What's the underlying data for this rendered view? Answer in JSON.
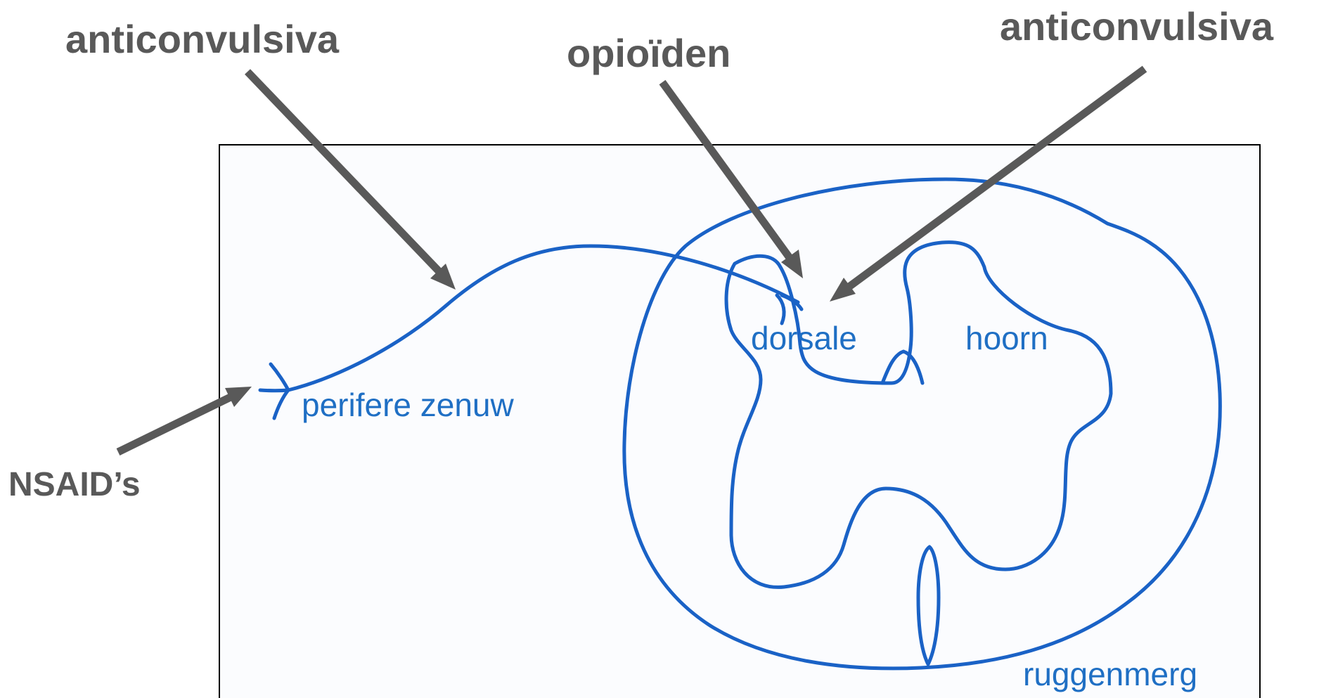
{
  "labels": {
    "anticonvulsiva_left": "anticonvulsiva",
    "opioiden": "opioïden",
    "anticonvulsiva_right": "anticonvulsiva",
    "nsaids": "NSAID’s",
    "perifere_zenuw": "perifere zenuw",
    "dorsale": "dorsale",
    "hoorn": "hoorn",
    "ruggenmerg": "ruggenmerg"
  },
  "colors": {
    "arrow": "#595959",
    "ink_blue": "#1a62c6",
    "label_blue": "#1f6fc4",
    "frame": "#000000"
  }
}
